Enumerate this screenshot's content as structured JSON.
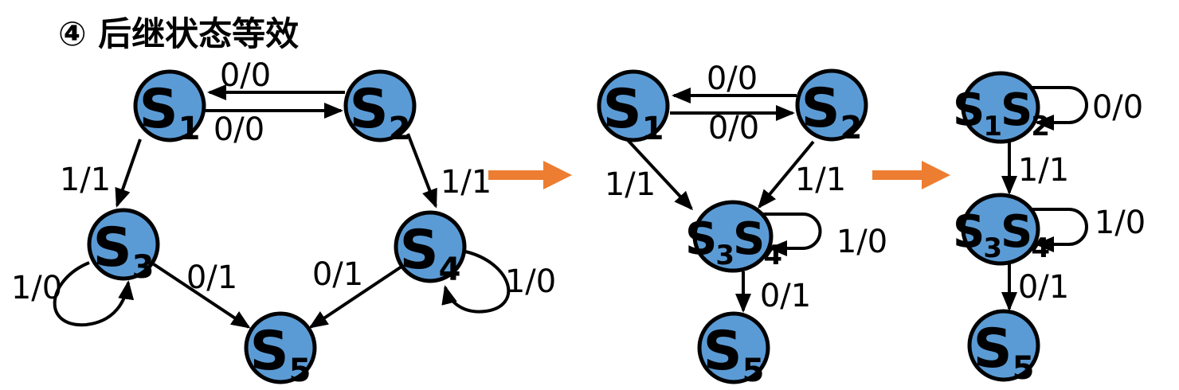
{
  "title": "④ 后继状态等效",
  "colors": {
    "background": "#FFFFFF",
    "node_fill": "#5B9BD5",
    "node_stroke": "#000000",
    "edge": "#000000",
    "transform_arrow": "#ED7D31"
  },
  "diagrams": [
    {
      "id": "original-machine",
      "nodes": [
        {
          "id": "S1",
          "main": "S",
          "sub": "1"
        },
        {
          "id": "S2",
          "main": "S",
          "sub": "2"
        },
        {
          "id": "S3",
          "main": "S",
          "sub": "3"
        },
        {
          "id": "S4",
          "main": "S",
          "sub": "4"
        },
        {
          "id": "S5",
          "main": "S",
          "sub": "5"
        }
      ],
      "edges": [
        {
          "from": "S2",
          "to": "S1",
          "label": "0/0"
        },
        {
          "from": "S1",
          "to": "S2",
          "label": "0/0"
        },
        {
          "from": "S1",
          "to": "S3",
          "label": "1/1"
        },
        {
          "from": "S2",
          "to": "S4",
          "label": "1/1"
        },
        {
          "from": "S3",
          "to": "S3",
          "label": "1/0",
          "type": "self-loop"
        },
        {
          "from": "S4",
          "to": "S4",
          "label": "1/0",
          "type": "self-loop"
        },
        {
          "from": "S3",
          "to": "S5",
          "label": "0/1"
        },
        {
          "from": "S4",
          "to": "S5",
          "label": "0/1"
        }
      ]
    },
    {
      "id": "machine-merged-s3-s4",
      "nodes": [
        {
          "id": "S1",
          "main": "S",
          "sub": "1"
        },
        {
          "id": "S2",
          "main": "S",
          "sub": "2"
        },
        {
          "id": "S3S4",
          "main": "S",
          "sub": "3",
          "main2": "S",
          "sub2": "4"
        },
        {
          "id": "S5",
          "main": "S",
          "sub": "5"
        }
      ],
      "edges": [
        {
          "from": "S2",
          "to": "S1",
          "label": "0/0"
        },
        {
          "from": "S1",
          "to": "S2",
          "label": "0/0"
        },
        {
          "from": "S1",
          "to": "S3S4",
          "label": "1/1"
        },
        {
          "from": "S2",
          "to": "S3S4",
          "label": "1/1"
        },
        {
          "from": "S3S4",
          "to": "S3S4",
          "label": "1/0",
          "type": "self-loop"
        },
        {
          "from": "S3S4",
          "to": "S5",
          "label": "0/1"
        }
      ]
    },
    {
      "id": "machine-merged-s1-s2",
      "nodes": [
        {
          "id": "S1S2",
          "main": "S",
          "sub": "1",
          "main2": "S",
          "sub2": "2"
        },
        {
          "id": "S3S4",
          "main": "S",
          "sub": "3",
          "main2": "S",
          "sub2": "4"
        },
        {
          "id": "S5",
          "main": "S",
          "sub": "5"
        }
      ],
      "edges": [
        {
          "from": "S1S2",
          "to": "S1S2",
          "label": "0/0",
          "type": "self-loop"
        },
        {
          "from": "S1S2",
          "to": "S3S4",
          "label": "1/1"
        },
        {
          "from": "S3S4",
          "to": "S3S4",
          "label": "1/0",
          "type": "self-loop"
        },
        {
          "from": "S3S4",
          "to": "S5",
          "label": "0/1"
        }
      ]
    }
  ],
  "transform_arrows": [
    {
      "name": "right-arrow",
      "position": "between-diagram-1-and-2"
    },
    {
      "name": "right-arrow",
      "position": "between-diagram-2-and-3"
    }
  ]
}
